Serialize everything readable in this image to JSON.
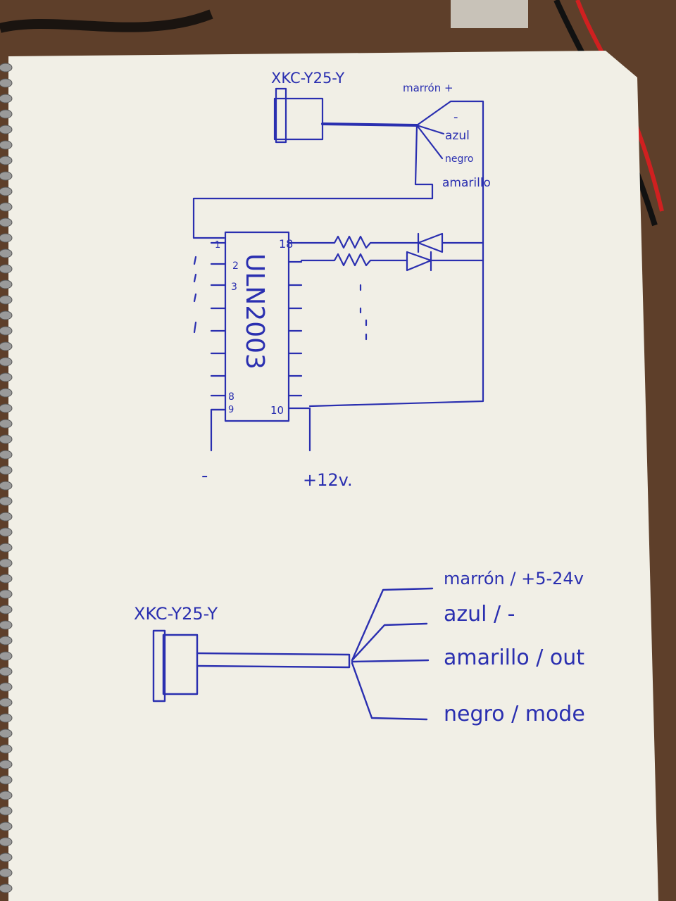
{
  "colors": {
    "ink": "#2a2fb0",
    "paper": "#f1efe6",
    "desk": "#6b4a32"
  },
  "top_diagram": {
    "sensor_label": "XKC-Y25-Y",
    "wire_brown": "marrón +",
    "wire_minus": "-",
    "wire_blue": "azul",
    "wire_black": "negro",
    "wire_yellow": "amarillo",
    "chip_label": "ULN2003",
    "pin_1": "1",
    "pin_2": "2",
    "pin_3": "3",
    "pin_8": "8",
    "pin_9": "9",
    "pin_10": "10",
    "pin_18": "18",
    "ground_label": "-",
    "supply_label": "+12v."
  },
  "bottom_diagram": {
    "sensor_label": "XKC-Y25-Y",
    "wires": [
      "marrón / +5-24v",
      "azul / -",
      "amarillo / out",
      "negro / mode"
    ]
  }
}
